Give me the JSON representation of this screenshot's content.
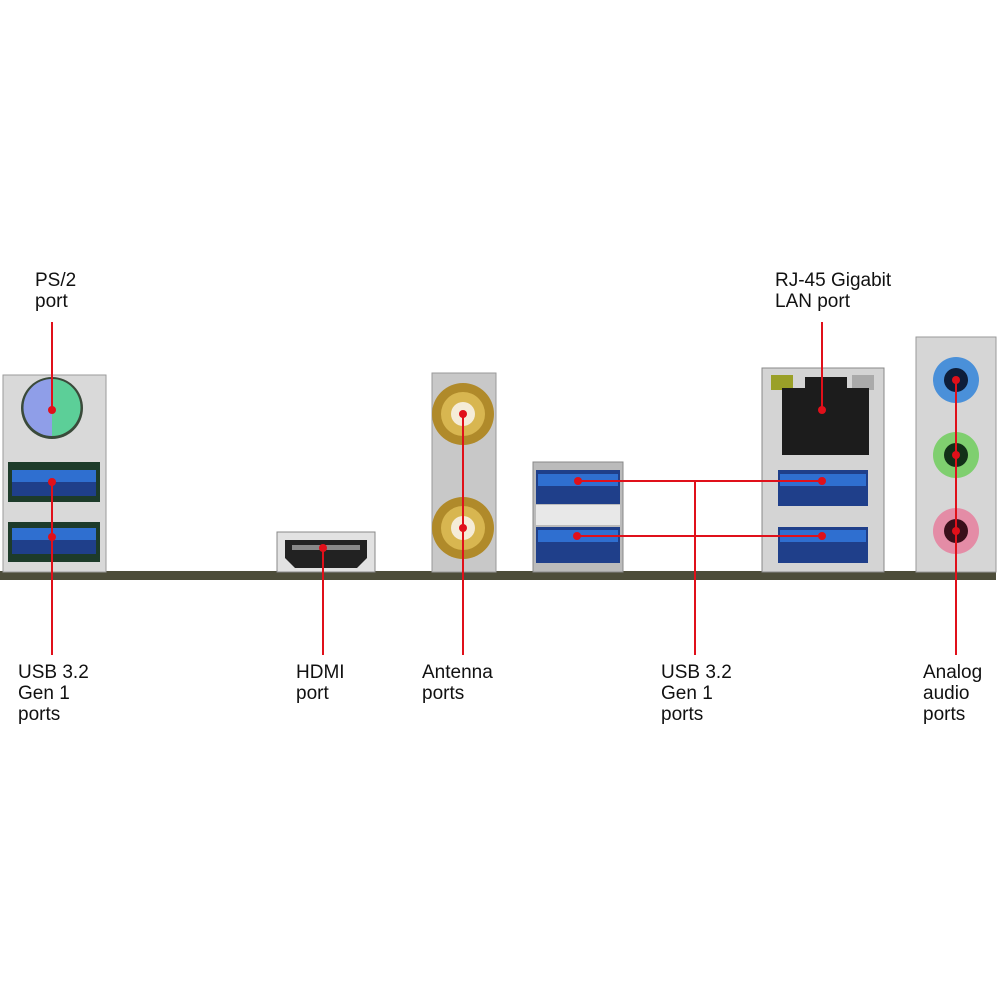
{
  "labels": {
    "ps2": "PS/2\nport",
    "usb_left": "USB 3.2\nGen 1\nports",
    "hdmi": "HDMI\nport",
    "antenna": "Antenna\nports",
    "usb_right": "USB 3.2\nGen 1\nports",
    "rj45": "RJ-45 Gigabit\nLAN port",
    "audio": "Analog\naudio\nports"
  },
  "colors": {
    "callout": "#e0101a",
    "usb_blue": "#2f6fd0",
    "board": "#4d4d3a",
    "ps2_mouse": "#5ccf98",
    "ps2_keyboard": "#8f9ee8",
    "audio_blue": "#4a90d9",
    "audio_green": "#7fcf6f",
    "audio_pink": "#e48ca6",
    "antenna_gold": "#c9a640"
  }
}
